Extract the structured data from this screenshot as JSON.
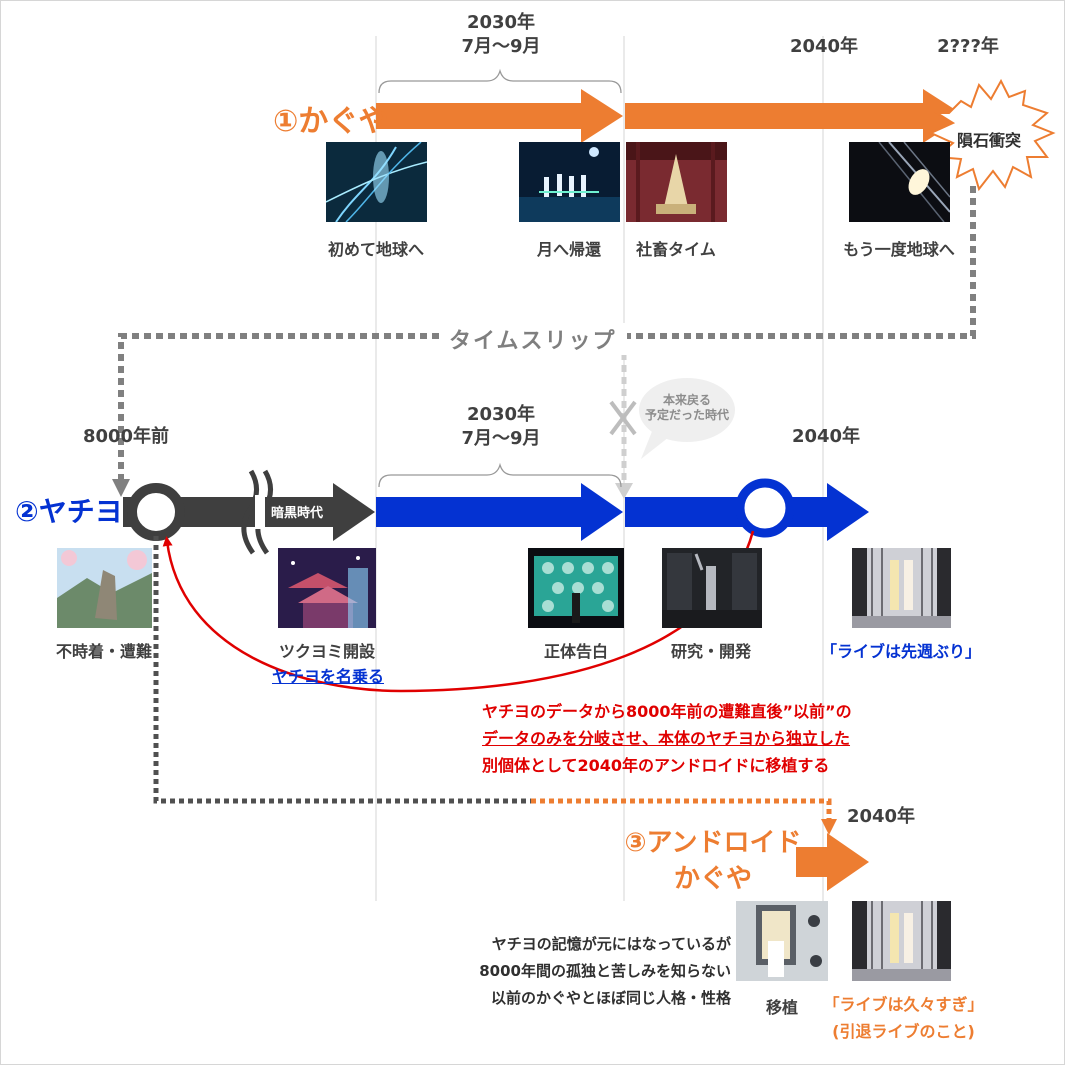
{
  "timeline1": {
    "label": "①かぐや",
    "year_a_line1": "2030年",
    "year_a_line2": "7月〜9月",
    "year_2040": "2040年",
    "year_future": "2???年",
    "burst": "隕石衝突",
    "captions": [
      "初めて地球へ",
      "月へ帰還",
      "社畜タイム",
      "もう一度地球へ"
    ]
  },
  "time_slip": "タイムスリップ",
  "timeline2": {
    "label": "②ヤチヨ",
    "year_8000": "8000年前",
    "dark_age": "暗黒時代",
    "year_a_line1": "2030年",
    "year_a_line2": "7月〜9月",
    "year_2040": "2040年",
    "bubble_line1": "本来戻る",
    "bubble_line2": "予定だった時代",
    "captions": [
      "不時着・遭難",
      "ツクヨミ開設",
      "正体告白",
      "研究・開発"
    ],
    "captions_sub": "ヤチヨを名乗る",
    "live_quote": "「ライブは先週ぶり」"
  },
  "note": {
    "line1": "ヤチヨのデータから8000年前の遭難直後”以前”の",
    "line2": "データのみを分岐させ、本体のヤチヨから独立した",
    "line3": "別個体として2040年のアンドロイドに移植する"
  },
  "timeline3": {
    "label_line1": "③アンドロイド",
    "label_line2": "かぐや",
    "year_2040": "2040年",
    "desc_line1": "ヤチヨの記憶が元にはなっているが",
    "desc_line2": "8000年間の孤独と苦しみを知らない",
    "desc_line3": "以前のかぐやとほぼ同じ人格・性格",
    "caption_transplant": "移植",
    "quote_line1": "「ライブは久々すぎ」",
    "quote_line2": "(引退ライブのこと)"
  },
  "colors": {
    "kaguya_orange": "#ed7d31",
    "yachiyo_blue": "#0432d2",
    "dark_age": "#3f3f3f",
    "note_red": "#e00000",
    "dotted_gray": "#808080"
  }
}
